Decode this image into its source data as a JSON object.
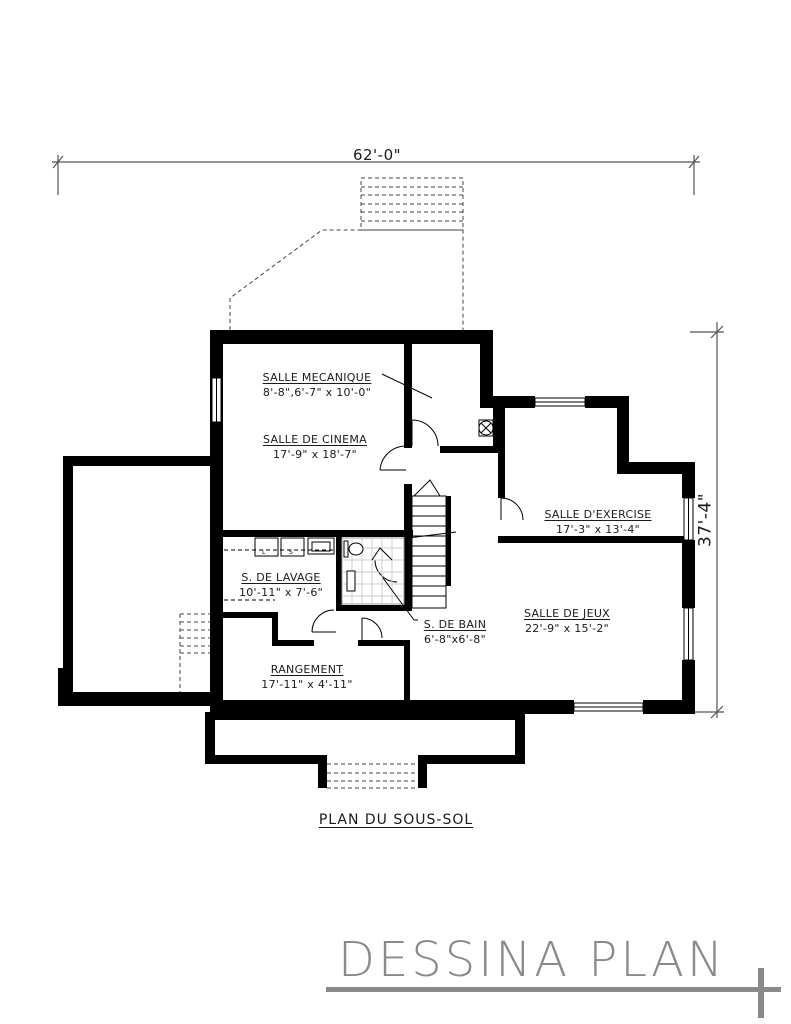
{
  "drawing": {
    "title": "PLAN DU SOUS-SOL",
    "overall_width": "62'-0\"",
    "overall_depth": "37'-4\""
  },
  "rooms": [
    {
      "name": "SALLE MECANIQUE",
      "dimensions": "8'-8\",6'-7\" x 10'-0\""
    },
    {
      "name": "SALLE DE CINEMA",
      "dimensions": "17'-9\" x 18'-7\""
    },
    {
      "name": "SALLE D'EXERCISE",
      "dimensions": "17'-3\" x 13'-4\""
    },
    {
      "name": "S. DE LAVAGE",
      "dimensions": "10'-11\" x 7'-6\""
    },
    {
      "name": "S. DE BAIN",
      "dimensions": "6'-8\"x6'-8\""
    },
    {
      "name": "SALLE DE JEUX",
      "dimensions": "22'-9\" x 15'-2\""
    },
    {
      "name": "RANGEMENT",
      "dimensions": "17'-11\" x 4'-11\""
    }
  ],
  "fixtures": {
    "washer_label": "L",
    "dryer_label": "S"
  },
  "brand": {
    "text": "DESSINA PLAN",
    "color": "#8a8a8a"
  },
  "colors": {
    "wall": "#000000",
    "dim_line": "#555555",
    "dashed": "#444444"
  }
}
